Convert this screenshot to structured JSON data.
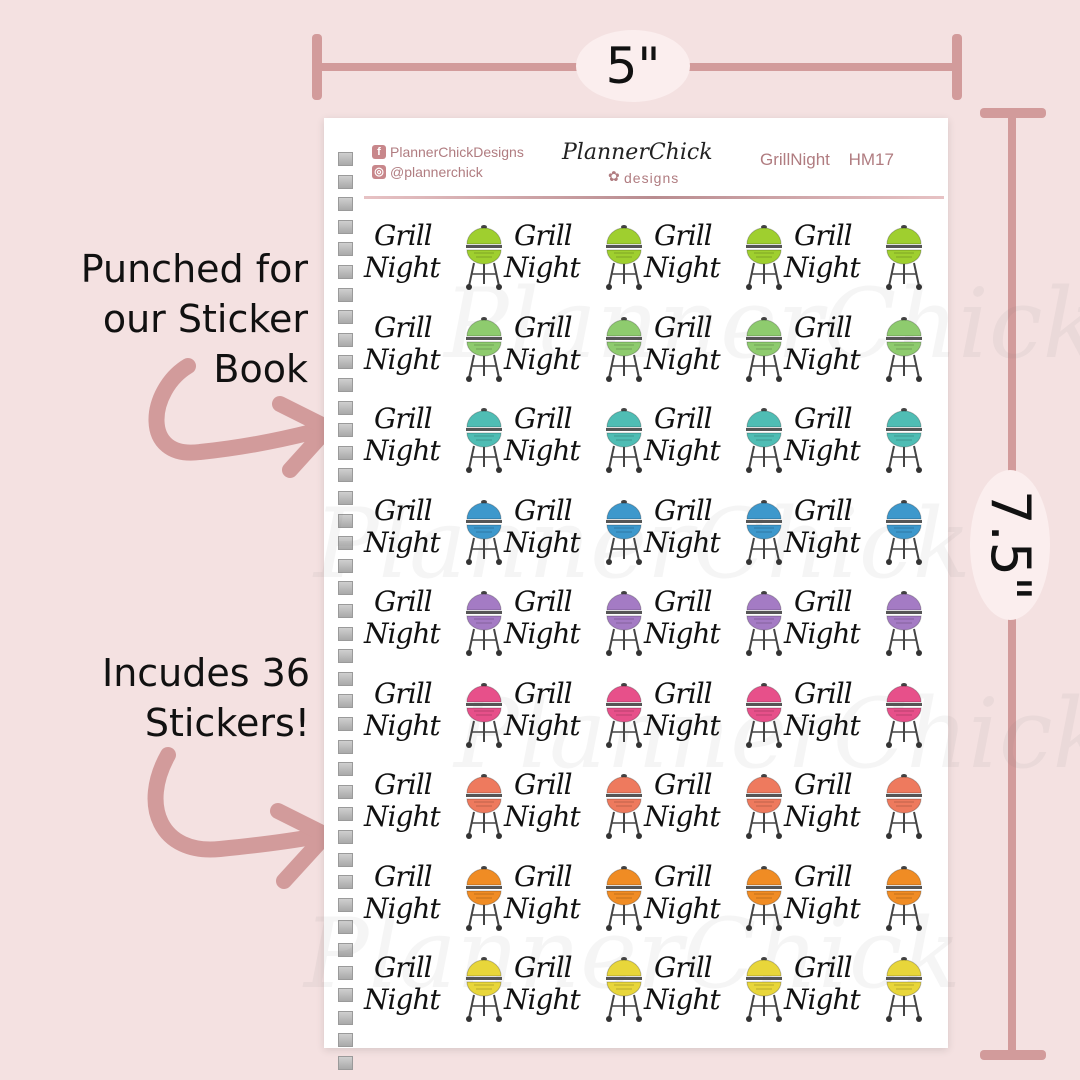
{
  "dimensions": {
    "width": "5\"",
    "height": "7.5\""
  },
  "notes": {
    "punched": "Punched for\nour Sticker\nBook",
    "includes": "Incudes 36\nStickers!"
  },
  "sheet": {
    "facebook": "PlannerChickDesigns",
    "instagram": "@plannerchick",
    "logo_main": "PlannerChick",
    "logo_sub": "designs",
    "title": "GrillNight HM17",
    "watermark_text": "PlannerChick"
  },
  "sticker": {
    "line1": "Grill",
    "line2": "Night"
  },
  "rows": [
    {
      "color": "#9fcf2f",
      "icon": "grill-icon"
    },
    {
      "color": "#8ecb6e",
      "icon": "grill-icon"
    },
    {
      "color": "#4fbdb4",
      "icon": "grill-icon"
    },
    {
      "color": "#3d98cc",
      "icon": "grill-icon"
    },
    {
      "color": "#a47bc4",
      "icon": "grill-icon"
    },
    {
      "color": "#e7508a",
      "icon": "grill-icon"
    },
    {
      "color": "#ee7a5e",
      "icon": "grill-icon"
    },
    {
      "color": "#f08c24",
      "icon": "grill-icon"
    },
    {
      "color": "#e8d63a",
      "icon": "grill-icon"
    }
  ],
  "colors": {
    "accent": "#d29b9b",
    "background": "#f4e1e1",
    "brand": "#b07c80"
  }
}
